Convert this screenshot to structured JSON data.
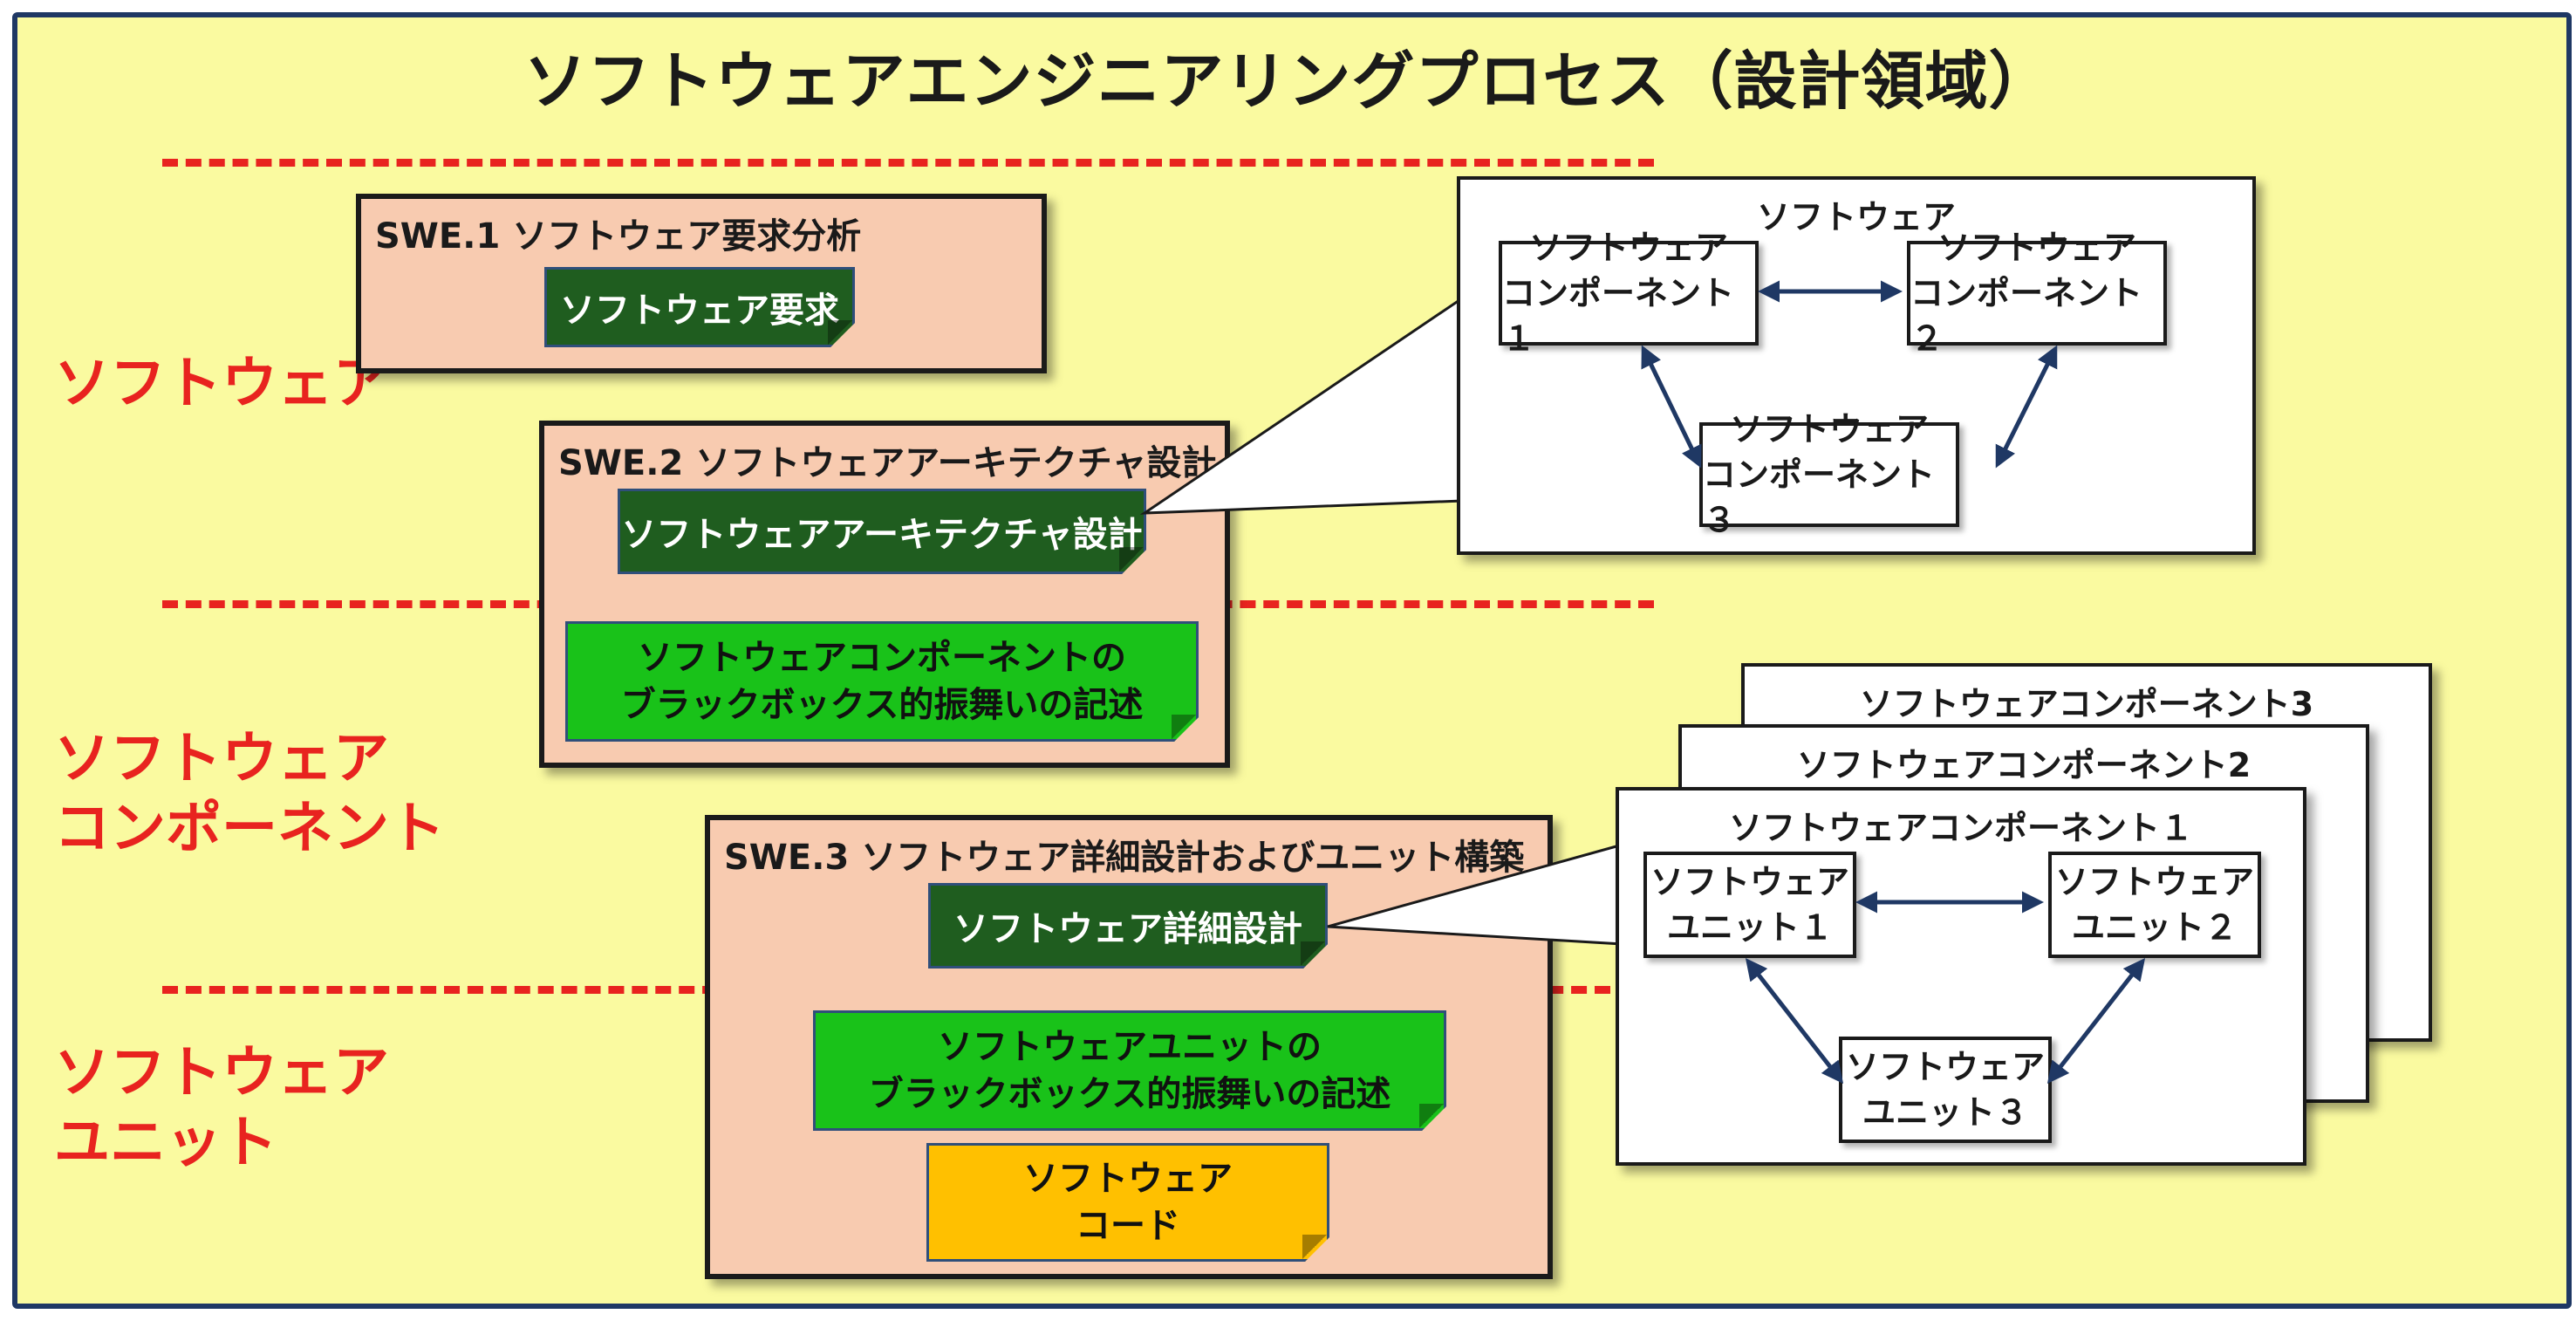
{
  "title": "ソフトウェアエンジニアリングプロセス（設計領域）",
  "levels": {
    "software": "ソフトウェア",
    "component_line1": "ソフトウェア",
    "component_line2": "コンポーネント",
    "unit_line1": "ソフトウェア",
    "unit_line2": "ユニット"
  },
  "swe1": {
    "title": "SWE.1  ソフトウェア要求分析",
    "doc": "ソフトウェア要求"
  },
  "swe2": {
    "title": "SWE.2  ソフトウェアアーキテクチャ設計",
    "doc": "ソフトウェアアーキテクチャ設計",
    "doc2_line1": "ソフトウェアコンポーネントの",
    "doc2_line2": "ブラックボックス的振舞いの記述"
  },
  "swe3": {
    "title": "SWE.3  ソフトウェア詳細設計およびユニット構築",
    "doc": "ソフトウェア詳細設計",
    "doc2_line1": "ソフトウェアユニットの",
    "doc2_line2": "ブラックボックス的振舞いの記述",
    "doc3_line1": "ソフトウェア",
    "doc3_line2": "コード"
  },
  "architecture_panel": {
    "title": "ソフトウェア",
    "components": [
      {
        "line1": "ソフトウェア",
        "line2": "コンポーネント１"
      },
      {
        "line1": "ソフトウェア",
        "line2": "コンポーネント２"
      },
      {
        "line1": "ソフトウェア",
        "line2": "コンポーネント３"
      }
    ]
  },
  "component_panels": {
    "back_title": "ソフトウェアコンポーネント3",
    "middle_title": "ソフトウェアコンポーネント2",
    "front_title": "ソフトウェアコンポーネント１",
    "units": [
      {
        "line1": "ソフトウェア",
        "line2": "ユニット１"
      },
      {
        "line1": "ソフトウェア",
        "line2": "ユニット２"
      },
      {
        "line1": "ソフトウェア",
        "line2": "ユニット３"
      }
    ]
  },
  "colors": {
    "frame_bg": "#fafaa0",
    "frame_border": "#1f3864",
    "dashed_line": "#e8231f",
    "level_label": "#e8231f",
    "swe_box": "#f8cbb0",
    "doc_dark": "#1f5d1f",
    "doc_bright": "#19c219",
    "doc_orange": "#ffc000",
    "arrow": "#1f3864"
  }
}
